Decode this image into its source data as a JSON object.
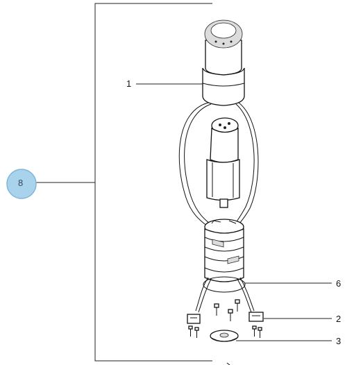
{
  "group_badge": {
    "label": "8",
    "color": "#a9d3ec",
    "border_color": "#7fb6d8"
  },
  "callouts": [
    {
      "id": "part-1",
      "label": "1"
    },
    {
      "id": "part-6",
      "label": "6"
    },
    {
      "id": "part-2",
      "label": "2"
    },
    {
      "id": "part-3",
      "label": "3"
    }
  ]
}
